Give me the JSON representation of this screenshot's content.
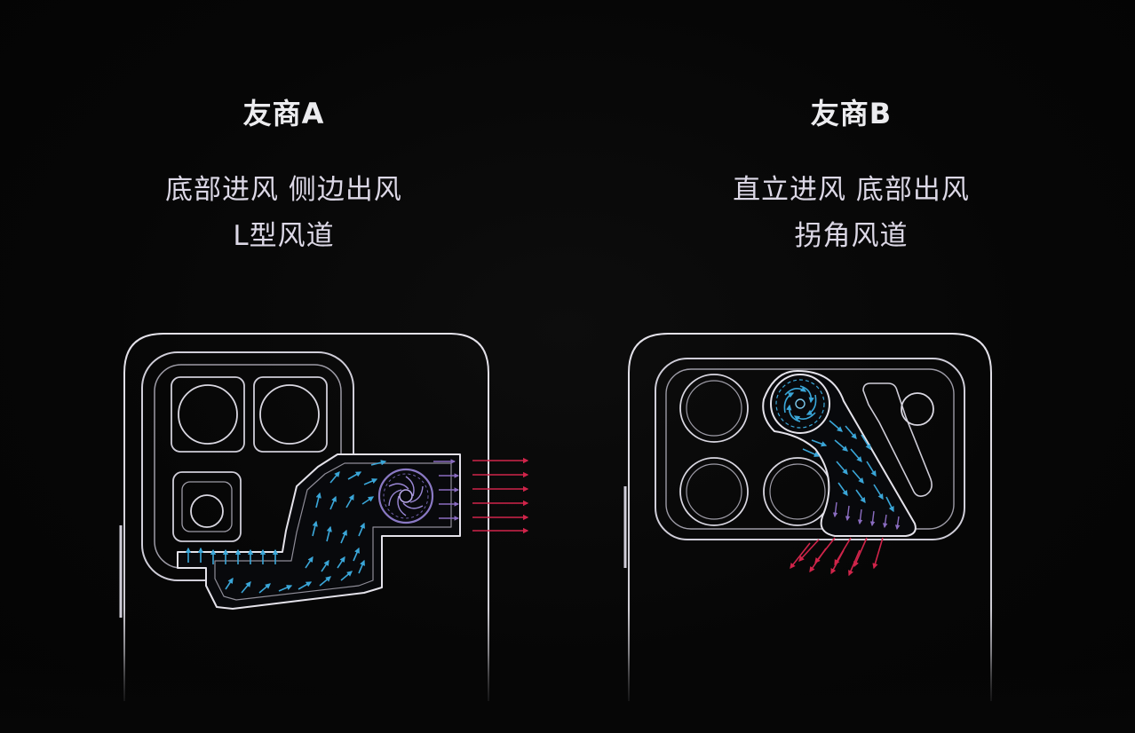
{
  "left": {
    "title": "友商A",
    "line1": "底部进风 侧边出风",
    "line2": "L型风道"
  },
  "right": {
    "title": "友商B",
    "line1": "直立进风 底部出风",
    "line2": "拐角风道"
  },
  "colors": {
    "outline": "#e4e2ea",
    "airflow_in": "#3aa6d8",
    "airflow_out": "#d0244a",
    "fan": "#7f72b8"
  },
  "icons": [
    "phone-outline",
    "camera-lens",
    "fan-icon",
    "airflow-arrow"
  ]
}
